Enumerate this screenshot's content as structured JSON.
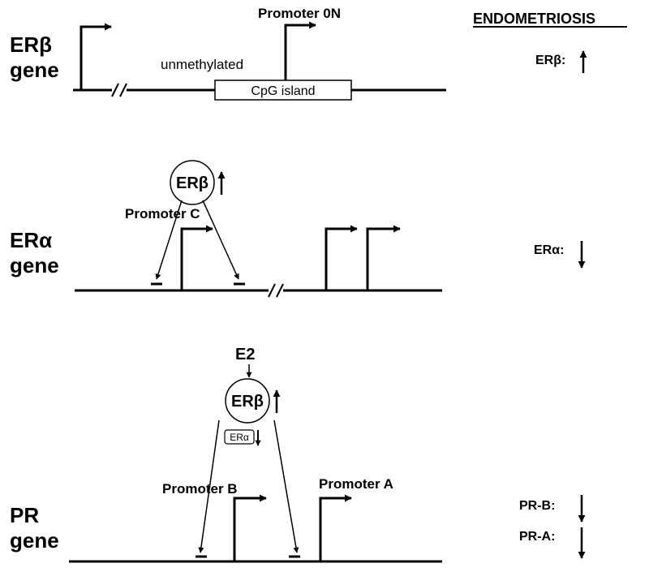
{
  "column_header": "ENDOMETRIOSIS",
  "er_beta_gene": {
    "label_line1": "ERβ",
    "label_line2": "gene",
    "promoter_label": "Promoter 0N",
    "methylation_label": "unmethylated",
    "cpg_label": "CpG island",
    "status_label": "ERβ:",
    "status_direction": "up"
  },
  "er_alpha_gene": {
    "label_line1": "ERα",
    "label_line2": "gene",
    "regulator": "ERβ",
    "regulator_direction": "up",
    "promoter_label": "Promoter C",
    "status_label": "ERα:",
    "status_direction": "down"
  },
  "pr_gene": {
    "label_line1": "PR",
    "label_line2": "gene",
    "ligand": "E2",
    "regulator": "ERβ",
    "regulator_direction": "up",
    "secondary_regulator": "ERα",
    "secondary_direction": "down",
    "promoter_b_label": "Promoter B",
    "promoter_a_label": "Promoter A",
    "status_b_label": "PR-B:",
    "status_b_direction": "down",
    "status_a_label": "PR-A:",
    "status_a_direction": "down"
  },
  "colors": {
    "ink": "#000000",
    "background": "#ffffff"
  }
}
